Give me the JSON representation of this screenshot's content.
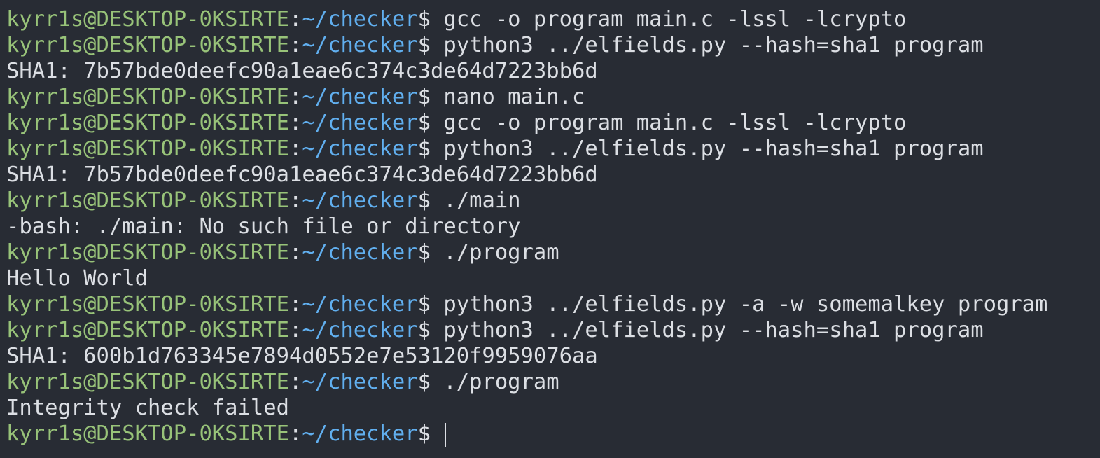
{
  "prompt": {
    "user_host": "kyrr1s@DESKTOP-0KSIRTE",
    "separator": ":",
    "path": "~/checker",
    "symbol": "$"
  },
  "lines": [
    {
      "type": "cmd",
      "text": " gcc -o program main.c -lssl -lcrypto"
    },
    {
      "type": "cmd",
      "text": " python3 ../elfields.py --hash=sha1 program"
    },
    {
      "type": "out",
      "text": "SHA1: 7b57bde0deefc90a1eae6c374c3de64d7223bb6d"
    },
    {
      "type": "cmd",
      "text": " nano main.c"
    },
    {
      "type": "cmd",
      "text": " gcc -o program main.c -lssl -lcrypto"
    },
    {
      "type": "cmd",
      "text": " python3 ../elfields.py --hash=sha1 program"
    },
    {
      "type": "out",
      "text": "SHA1: 7b57bde0deefc90a1eae6c374c3de64d7223bb6d"
    },
    {
      "type": "cmd",
      "text": " ./main"
    },
    {
      "type": "out",
      "text": "-bash: ./main: No such file or directory"
    },
    {
      "type": "cmd",
      "text": " ./program"
    },
    {
      "type": "out",
      "text": "Hello World"
    },
    {
      "type": "cmd",
      "text": " python3 ../elfields.py -a -w somemalkey program"
    },
    {
      "type": "cmd",
      "text": " python3 ../elfields.py --hash=sha1 program"
    },
    {
      "type": "out",
      "text": "SHA1: 600b1d763345e7894d0552e7e53120f9959076aa"
    },
    {
      "type": "cmd",
      "text": " ./program"
    },
    {
      "type": "out",
      "text": "Integrity check failed"
    },
    {
      "type": "cmd",
      "text": " "
    }
  ]
}
